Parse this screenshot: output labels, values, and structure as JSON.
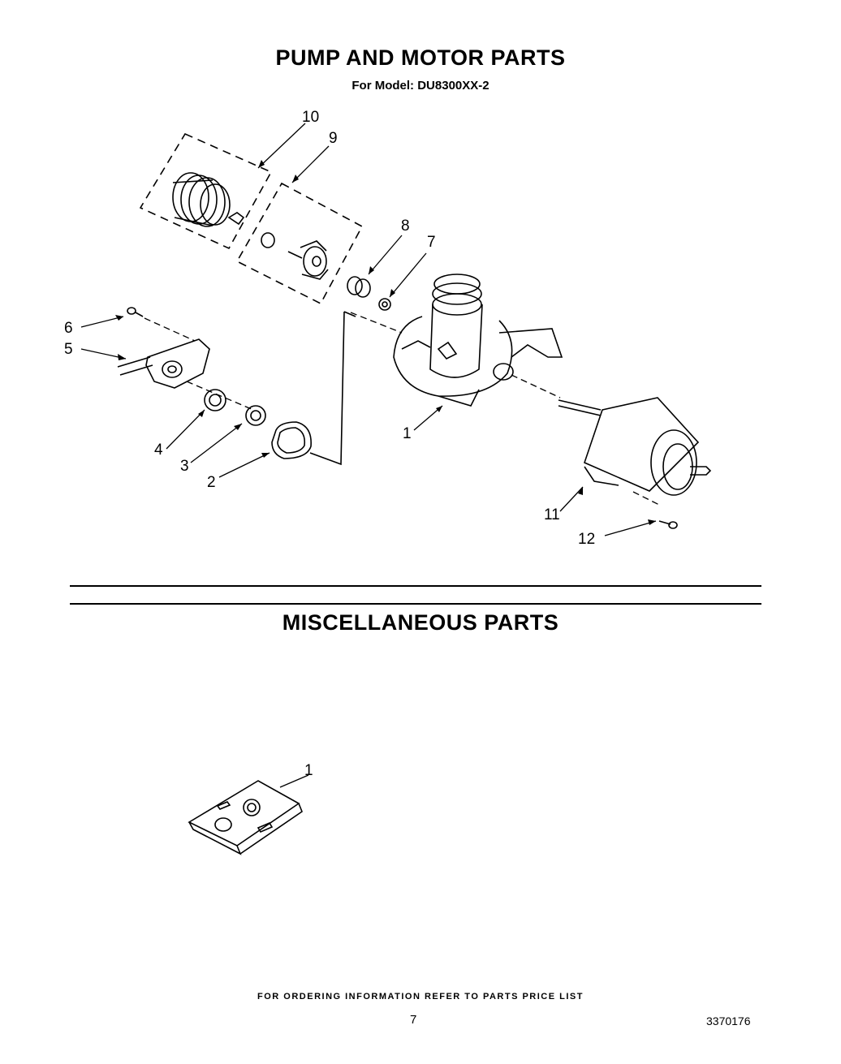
{
  "header": {
    "title": "PUMP AND MOTOR PARTS",
    "subtitle": "For Model: DU8300XX-2"
  },
  "pump_motor_callouts": [
    "1",
    "2",
    "3",
    "4",
    "5",
    "6",
    "7",
    "8",
    "9",
    "10",
    "11",
    "12"
  ],
  "misc": {
    "title": "MISCELLANEOUS PARTS",
    "callouts": [
      "1"
    ]
  },
  "footer": {
    "note": "FOR ORDERING INFORMATION REFER TO PARTS PRICE LIST",
    "page_number": "7",
    "doc_number": "3370176"
  }
}
